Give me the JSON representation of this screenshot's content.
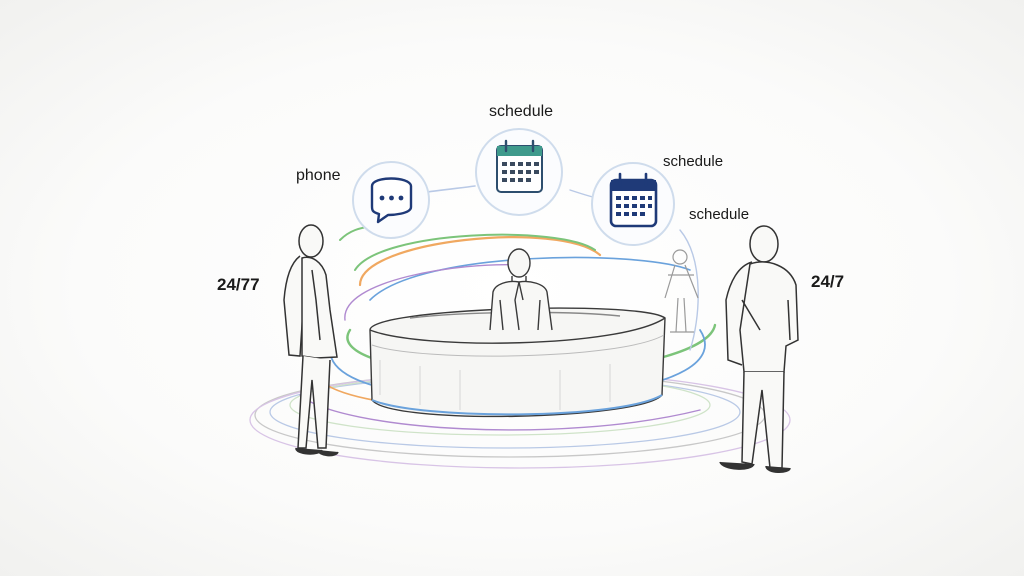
{
  "labels": {
    "schedule_top": "schedule",
    "phone": "phone",
    "schedule_right": "schedule",
    "schedule_right2": "schedule",
    "availability_left": "24/77",
    "availability_right": "24/7"
  },
  "icons": {
    "chat": "chat-bubble-icon",
    "calendar_top": "calendar-icon",
    "calendar_right": "calendar-icon"
  },
  "colors": {
    "swirl_green": "#7cc47a",
    "swirl_blue": "#6aa2dc",
    "swirl_orange": "#f0a860",
    "swirl_purple": "#b08ad0",
    "calendar_teal": "#3f9a8c",
    "calendar_navy": "#1f3a78",
    "sketch_ink": "#3a3a3a"
  }
}
